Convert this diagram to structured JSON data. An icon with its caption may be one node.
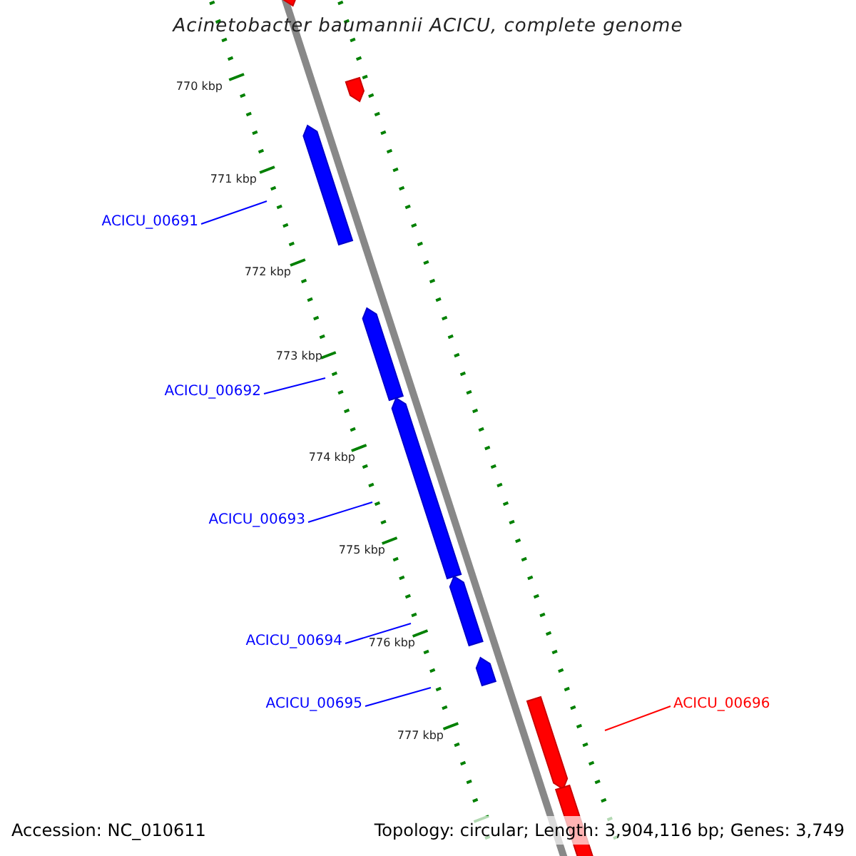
{
  "diagram": {
    "title": "Acinetobacter baumannii ACICU, complete genome",
    "nodes": [
      {
        "text": [
          "ACICU_00691"
        ]
      },
      {
        "text": [
          "ACICU_00692"
        ]
      },
      {
        "text": [
          "ACICU_00693"
        ]
      },
      {
        "text": [
          "ACICU_00694"
        ]
      },
      {
        "text": [
          "ACICU_00695"
        ]
      },
      {
        "text": [
          "ACICU_00696"
        ]
      }
    ],
    "edges": [
      {
        "from": 0,
        "to": null,
        "arrow": "none"
      },
      {
        "from": 1,
        "to": null,
        "arrow": "none"
      },
      {
        "from": 2,
        "to": null,
        "arrow": "none"
      },
      {
        "from": 3,
        "to": null,
        "arrow": "none"
      },
      {
        "from": 4,
        "to": null,
        "arrow": "none"
      },
      {
        "from": 5,
        "to": null,
        "arrow": "none",
        "color": "#ff0000"
      }
    ],
    "labels": [
      "770 kbp",
      "771 kbp",
      "772 kbp",
      "773 kbp",
      "774 kbp",
      "775 kbp",
      "776 kbp",
      "777 kbp",
      "Accession: NC_010611",
      "Topology: circular; Length: 3,904,116 bp; Genes: 3,749"
    ]
  }
}
